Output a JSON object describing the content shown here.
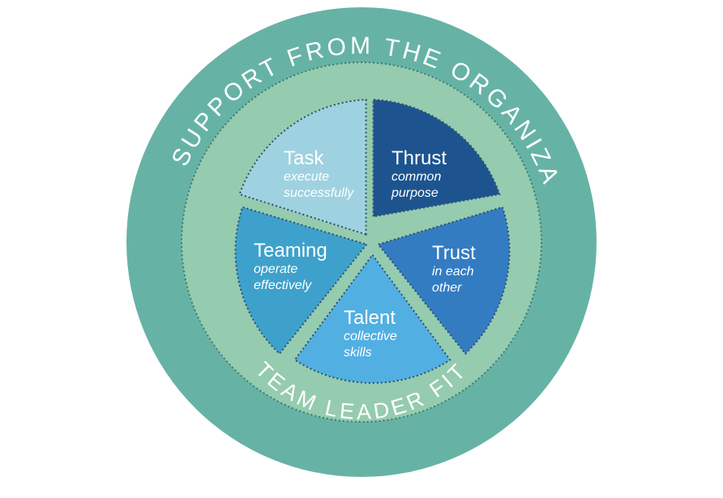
{
  "outer_ring": {
    "label": "TEAM SUPPORT FROM THE ORGANIZATION",
    "color": "#66b3a6"
  },
  "inner_ring": {
    "label": "TEAM LEADER FIT",
    "color": "#95cbae"
  },
  "segments": [
    {
      "title": "Thrust",
      "line1": "common",
      "line2": "purpose",
      "color": "#1d5490"
    },
    {
      "title": "Trust",
      "line1": "in each",
      "line2": "other",
      "color": "#347cc2"
    },
    {
      "title": "Talent",
      "line1": "collective",
      "line2": "skills",
      "color": "#52afe2"
    },
    {
      "title": "Teaming",
      "line1": "operate",
      "line2": "effectively",
      "color": "#3ea1cb"
    },
    {
      "title": "Task",
      "line1": "execute",
      "line2": "successfully",
      "color": "#9fd2e1"
    }
  ]
}
